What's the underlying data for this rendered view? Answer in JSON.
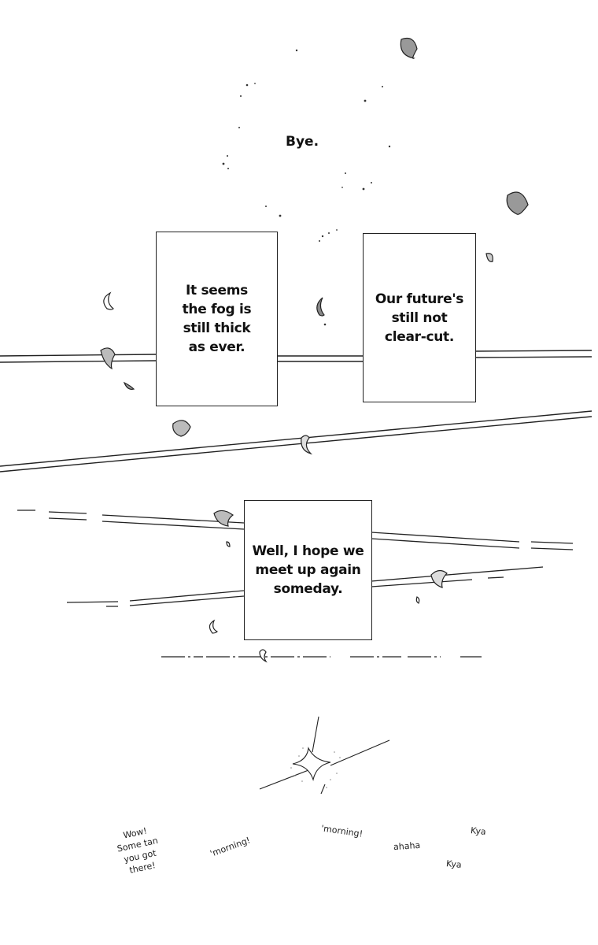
{
  "panel": {
    "farewell": "Bye.",
    "captions": [
      "It seems\nthe fog is\nstill thick\nas ever.",
      "Our future's\nstill not\nclear-cut.",
      "Well, I hope we\nmeet up again\nsomeday."
    ]
  },
  "background_chatter": [
    "Wow!\nSome tan\nyou got\nthere!",
    "'morning!",
    "'morning!",
    "ahaha",
    "Kya",
    "Kya"
  ],
  "colors": {
    "ink": "#111111",
    "line": "#222222",
    "paper": "#ffffff",
    "screentone": "#888888"
  }
}
